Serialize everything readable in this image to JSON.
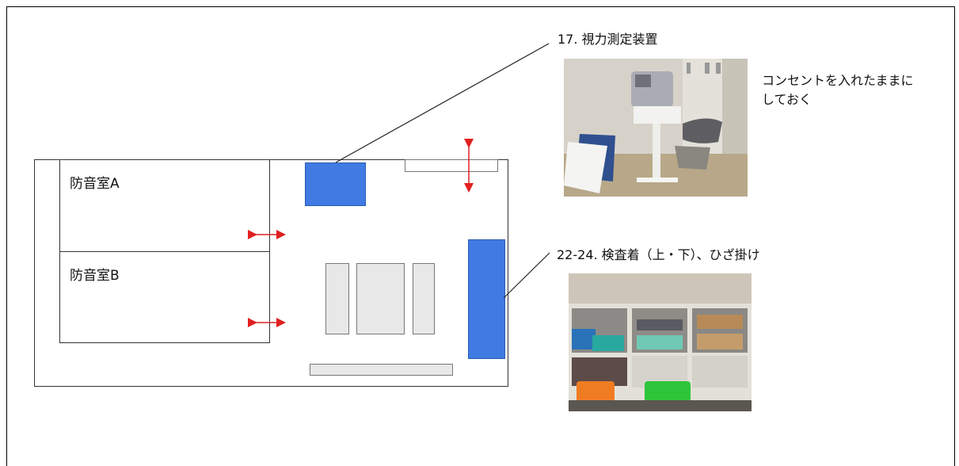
{
  "floorplan": {
    "rooms": [
      {
        "label": "防音室A"
      },
      {
        "label": "防音室B"
      }
    ]
  },
  "items": [
    {
      "label": "17. 視力測定装置",
      "note_lines": [
        "コンセントを入れたままに",
        "しておく"
      ]
    },
    {
      "label": "22-24. 検査着（上・下）、ひざ掛け"
    }
  ],
  "colors": {
    "marker": "#3f7be3",
    "arrow": "#e02020",
    "furniture": "#e8e8e8"
  }
}
